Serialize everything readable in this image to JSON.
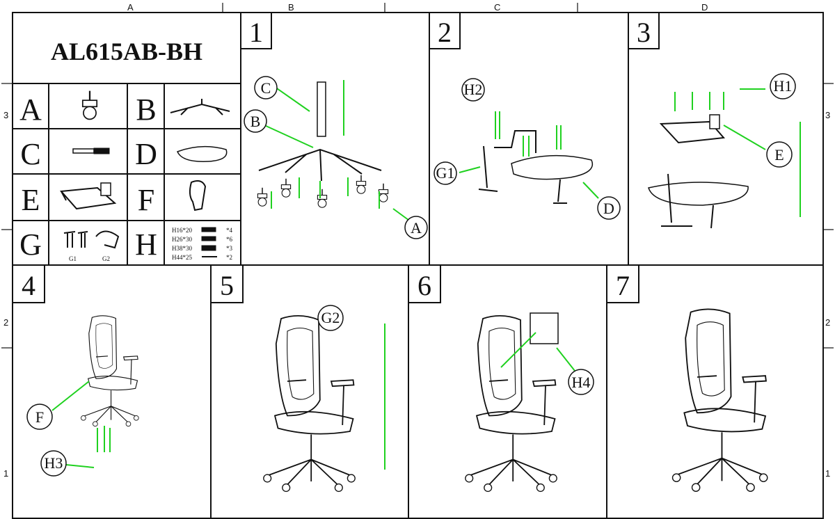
{
  "model": "AL615AB-BH",
  "grid_columns": [
    "A",
    "B",
    "C",
    "D"
  ],
  "grid_rows": [
    "3",
    "2",
    "1"
  ],
  "parts": [
    {
      "letter": "A",
      "icon": "caster-wheel-icon"
    },
    {
      "letter": "B",
      "icon": "star-base-icon"
    },
    {
      "letter": "C",
      "icon": "gas-cylinder-icon"
    },
    {
      "letter": "D",
      "icon": "seat-cushion-icon"
    },
    {
      "letter": "E",
      "icon": "seat-mechanism-icon"
    },
    {
      "letter": "F",
      "icon": "backrest-bracket-icon"
    },
    {
      "letter": "G",
      "icon": "armrests-icon",
      "sub": [
        "G1",
        "G2"
      ]
    },
    {
      "letter": "H",
      "icon": "screws-icon"
    }
  ],
  "hardware": [
    {
      "label": "H16*20",
      "qty": "*4"
    },
    {
      "label": "H26*30",
      "qty": "*6"
    },
    {
      "label": "H38*30",
      "qty": "*3"
    },
    {
      "label": "H44*25",
      "qty": "*2"
    }
  ],
  "steps": [
    {
      "number": "1",
      "callouts": [
        "C",
        "B",
        "A"
      ]
    },
    {
      "number": "2",
      "callouts": [
        "H2",
        "G1",
        "D"
      ]
    },
    {
      "number": "3",
      "callouts": [
        "H1",
        "E"
      ]
    },
    {
      "number": "4",
      "callouts": [
        "F",
        "H3"
      ]
    },
    {
      "number": "5",
      "callouts": [
        "G2"
      ]
    },
    {
      "number": "6",
      "callouts": [
        "H4"
      ]
    },
    {
      "number": "7",
      "callouts": []
    }
  ],
  "colors": {
    "arrow": "#1fd11f",
    "line": "#111111"
  }
}
